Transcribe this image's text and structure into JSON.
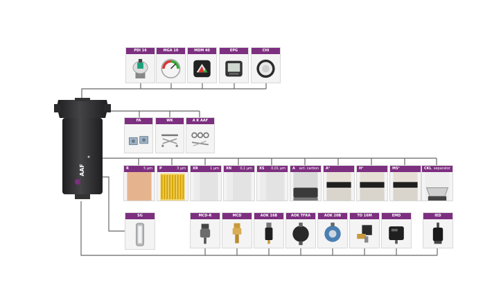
{
  "colors": {
    "header": "#7d2f80",
    "line": "#666666",
    "housing": "#2e2e30"
  },
  "brand": "AAF",
  "gauges": [
    {
      "label": "PDI 16",
      "icon": "manometer-dial-icon"
    },
    {
      "label": "MGA 10",
      "icon": "round-gauge-red-green-icon"
    },
    {
      "label": "MDM 40",
      "icon": "digital-gauge-icon"
    },
    {
      "label": "EPG",
      "icon": "electronic-pressure-gauge-icon"
    },
    {
      "label": "CHI",
      "icon": "round-indicator-icon"
    }
  ],
  "mounts": [
    {
      "label": "FA",
      "icon": "flange-adapter-icon"
    },
    {
      "label": "WK",
      "icon": "wall-kit-icon"
    },
    {
      "label": "A K AAF",
      "icon": "assembly-kit-icon"
    }
  ],
  "elements": [
    {
      "label": "R",
      "spec": "5 µm",
      "icon": "orange-cartridge-icon"
    },
    {
      "label": "P",
      "spec": "3 µm",
      "icon": "pleated-yellow-cartridge-icon"
    },
    {
      "label": "XR",
      "spec": "1 µm",
      "icon": "grey-cartridge-icon"
    },
    {
      "label": "XN",
      "spec": "0,1 µm",
      "icon": "grey-cartridge-icon"
    },
    {
      "label": "XS",
      "spec": "0,01 µm",
      "icon": "grey-cartridge-icon"
    },
    {
      "label": "A",
      "spec": "act. carbon",
      "icon": "carbon-cartridge-icon"
    },
    {
      "label": "A¹",
      "spec": "",
      "icon": "cartridge-black-band-icon"
    },
    {
      "label": "H¹",
      "spec": "",
      "icon": "cartridge-black-band-icon"
    },
    {
      "label": "MS¹",
      "spec": "",
      "icon": "cartridge-black-band-icon"
    },
    {
      "label": "CKL",
      "spec": "separator",
      "icon": "separator-element-icon"
    }
  ],
  "sightglass": {
    "label": "SG",
    "icon": "sight-glass-icon"
  },
  "drains": [
    {
      "label": "MCD-R",
      "icon": "manual-drain-icon"
    },
    {
      "label": "MCD",
      "icon": "brass-drain-icon"
    },
    {
      "label": "AOK 16B",
      "icon": "auto-drain-black-icon"
    },
    {
      "label": "AOK TFRA",
      "icon": "float-drain-icon"
    },
    {
      "label": "AOK 20B",
      "icon": "float-drain-blue-icon"
    },
    {
      "label": "TO 16M",
      "icon": "timer-drain-icon"
    },
    {
      "label": "EMD",
      "icon": "electronic-drain-icon"
    },
    {
      "label": "IED",
      "icon": "level-drain-icon"
    }
  ]
}
